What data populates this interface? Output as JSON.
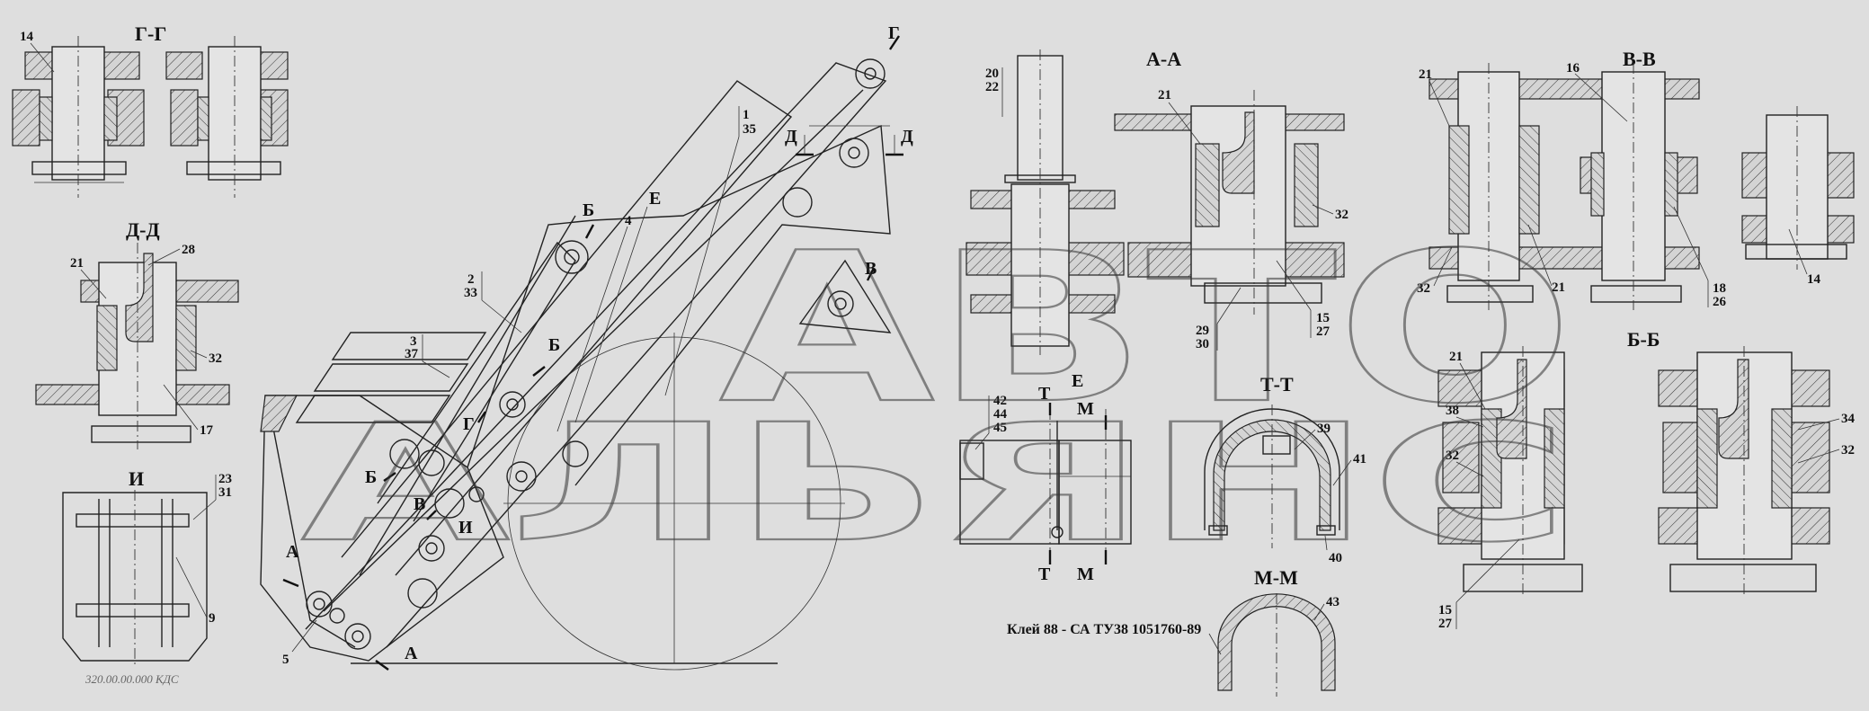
{
  "watermark": {
    "line1": "АВТО",
    "line2": "АЛЬЯНС"
  },
  "sections": {
    "g_g": "Г-Г",
    "d_d": "Д-Д",
    "i": "И",
    "a_a": "А-А",
    "v_v": "В-В",
    "b_b": "Б-Б",
    "t_t": "Т-Т",
    "m_m": "М-М"
  },
  "cut_marks": {
    "g_top": "Г",
    "g_mid": "Г",
    "d_left": "Д",
    "d_right": "Д",
    "b_top": "Б",
    "b_mid": "Б",
    "b_low": "Б",
    "v_top": "В",
    "v_low": "В",
    "a_low": "А",
    "a_bottom": "А",
    "e_top": "Е",
    "e_mid": "Е",
    "i": "И",
    "t_top": "Т",
    "t_bottom": "Т",
    "m_top": "М",
    "m_bottom": "М"
  },
  "callouts": {
    "gg_14": "14",
    "dd_21": "21",
    "dd_28": "28",
    "dd_32": "32",
    "dd_17": "17",
    "i_23": "23",
    "i_31": "31",
    "i_9": "9",
    "main_1": "1",
    "main_35": "35",
    "main_2": "2",
    "main_33": "33",
    "main_3": "3",
    "main_37": "37",
    "main_4": "4",
    "main_5": "5",
    "aa_20": "20",
    "aa_22": "22",
    "aa_21": "21",
    "aa_32": "32",
    "aa_15": "15",
    "aa_27": "27",
    "aa_29": "29",
    "aa_30": "30",
    "e_42": "42",
    "e_44": "44",
    "e_45": "45",
    "tt_39": "39",
    "tt_41": "41",
    "tt_40": "40",
    "mm_43": "43",
    "vv_21": "21",
    "vv_16": "16",
    "vv_32": "32",
    "vv_21b": "21",
    "vv_18": "18",
    "vv_26": "26",
    "vv_14": "14",
    "bb_21": "21",
    "bb_38": "38",
    "bb_32": "32",
    "bb_15": "15",
    "bb_27": "27",
    "bb_34": "34",
    "bb_32b": "32"
  },
  "glue_note": "Клей 88 - СА ТУ38 1051760-89",
  "doc_number": "320.00.00.000 КДС"
}
